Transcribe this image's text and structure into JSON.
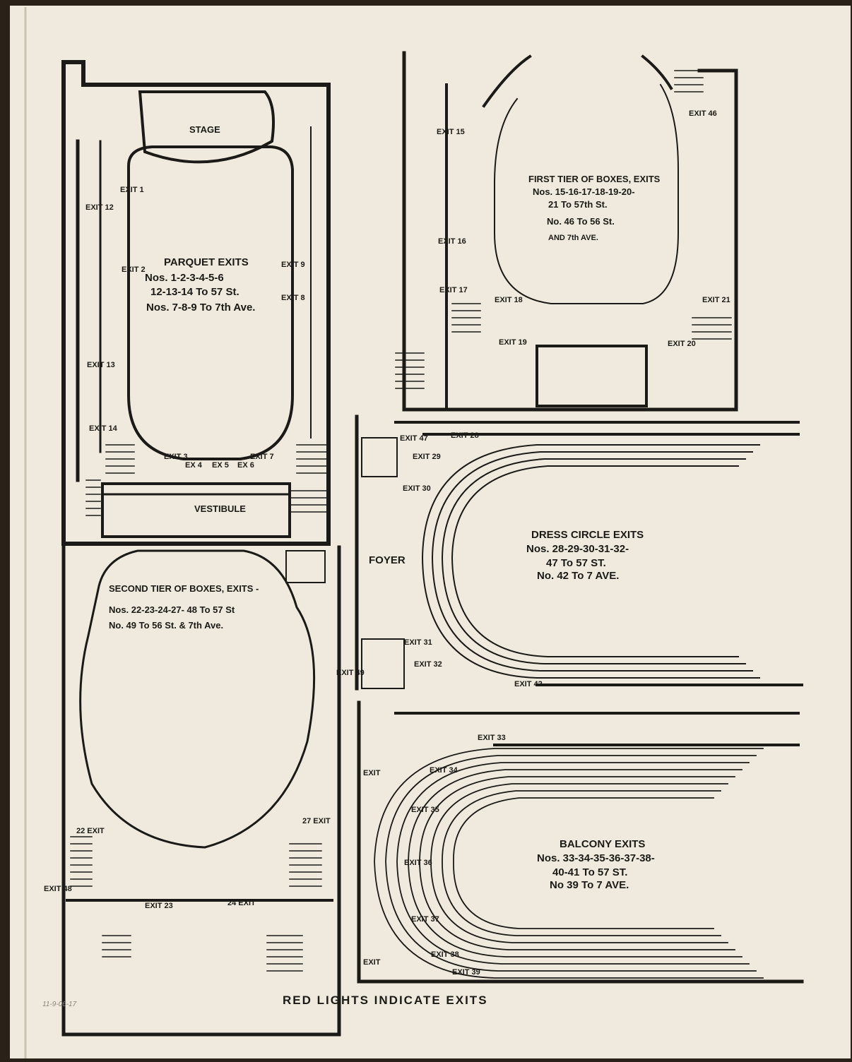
{
  "colors": {
    "paper": "#efeadd",
    "ink": "#1c1a16",
    "edge": "#2a2118"
  },
  "parquet": {
    "stage": "STAGE",
    "vestibule": "VESTIBULE",
    "caption": [
      "PARQUET EXITS",
      "Nos. 1-2-3-4-5-6",
      "12-13-14 To 57 St.",
      "Nos. 7-8-9 To 7th Ave."
    ],
    "exits": [
      "EXIT 1",
      "EXIT 2",
      "EXIT 12",
      "EXIT 13",
      "EXIT 14",
      "EXIT 9",
      "EXIT 8",
      "EXIT 3",
      "EX 4",
      "EX 5",
      "EX 6",
      "EXIT 7"
    ]
  },
  "first_tier": {
    "caption": [
      "FIRST TIER OF BOXES, EXITS",
      "Nos. 15-16-17-18-19-20-",
      "21 To 57th St.",
      "No. 46 To 56 St.",
      "AND 7th AVE."
    ],
    "exits": [
      "EXIT 15",
      "EXIT 16",
      "EXIT 17",
      "EXIT 18",
      "EXIT 19",
      "EXIT 46",
      "EXIT 21",
      "EXIT 20"
    ]
  },
  "dress_circle": {
    "foyer": "FOYER",
    "caption": [
      "DRESS CIRCLE EXITS",
      "Nos. 28-29-30-31-32-",
      "47 To 57 ST.",
      "No. 42 To 7 AVE."
    ],
    "exits": [
      "EXIT 47",
      "EXIT 28",
      "EXIT 29",
      "EXIT 30",
      "EXIT 31",
      "EXIT 32",
      "EXIT 42"
    ]
  },
  "second_tier": {
    "caption": [
      "SECOND TIER OF BOXES, EXITS -",
      "Nos. 22-23-24-27- 48 To 57 St",
      "No. 49 To 56 St. & 7th Ave."
    ],
    "exits": [
      "EXIT 49",
      "22 EXIT",
      "27 EXIT",
      "EXIT 48",
      "EXIT 23",
      "24 EXIT"
    ]
  },
  "balcony": {
    "caption": [
      "BALCONY EXITS",
      "Nos. 33-34-35-36-37-38-",
      "40-41 To 57 ST.",
      "No 39 To 7 AVE."
    ],
    "exits": [
      "EXIT 33",
      "EXIT",
      "EXIT 34",
      "EXIT 35",
      "EXIT 36",
      "EXIT 37",
      "EXIT 38",
      "EXIT 39",
      "EXIT"
    ]
  },
  "footer": "RED LIGHTS INDICATE EXITS",
  "handwritten": "11-9-06-17"
}
